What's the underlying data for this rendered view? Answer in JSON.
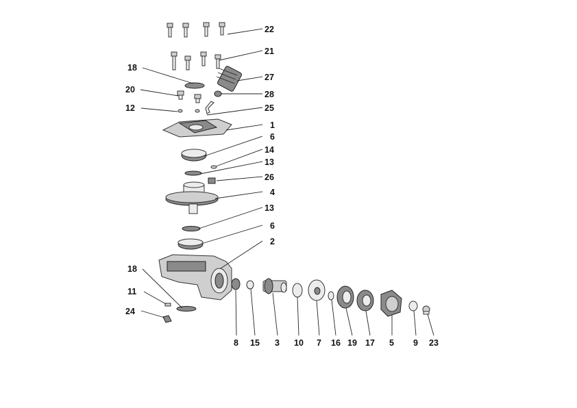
{
  "labels": {
    "l22": "22",
    "l21": "21",
    "l18a": "18",
    "l27": "27",
    "l20": "20",
    "l28": "28",
    "l12": "12",
    "l25": "25",
    "l1": "1",
    "l6a": "6",
    "l14": "14",
    "l13a": "13",
    "l26": "26",
    "l4": "4",
    "l13b": "13",
    "l6b": "6",
    "l2": "2",
    "l18b": "18",
    "l11": "11",
    "l24": "24",
    "l8": "8",
    "l15": "15",
    "l3": "3",
    "l10": "10",
    "l7": "7",
    "l16": "16",
    "l19": "19",
    "l17": "17",
    "l5": "5",
    "l9": "9",
    "l23": "23"
  }
}
